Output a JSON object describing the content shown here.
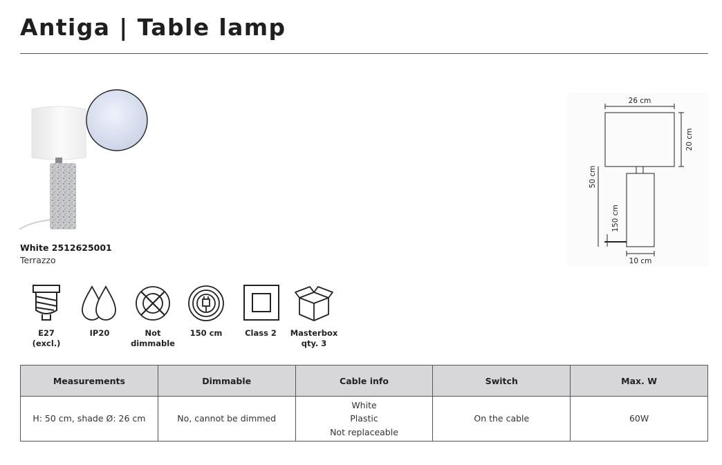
{
  "product": {
    "title": "Antiga | Table lamp",
    "variant": "White 2512625001",
    "material": "Terrazzo"
  },
  "drawing": {
    "shade_width": "26 cm",
    "shade_height": "20 cm",
    "total_height": "50 cm",
    "cable_length": "150 cm",
    "base_width": "10 cm"
  },
  "features": [
    {
      "icon": "e27-bulb-socket-icon",
      "label": "E27\n(excl.)"
    },
    {
      "icon": "ip20-drops-icon",
      "label": "IP20"
    },
    {
      "icon": "not-dimmable-icon",
      "label": "Not\ndimmable"
    },
    {
      "icon": "cable-plug-icon",
      "label": "150 cm"
    },
    {
      "icon": "class-2-insulation-icon",
      "label": "Class 2"
    },
    {
      "icon": "masterbox-icon",
      "label": "Masterbox\nqty. 3"
    }
  ],
  "specs": {
    "headers": [
      "Measurements",
      "Dimmable",
      "Cable info",
      "Switch",
      "Max. W"
    ],
    "values": [
      "H: 50 cm, shade Ø: 26 cm",
      "No, cannot be dimmed",
      "White\nPlastic\nNot replaceable",
      "On the cable",
      "60W"
    ]
  },
  "colors": {
    "table_header_bg": "#d7d7d9",
    "rule": "#555555",
    "text": "#1f1f1f"
  }
}
